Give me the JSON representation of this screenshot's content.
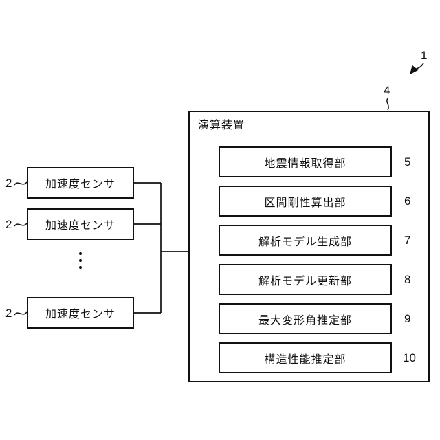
{
  "figure": {
    "system_ref": "1",
    "device": {
      "label": "演算装置",
      "ref": "4",
      "units": [
        {
          "label": "地震情報取得部",
          "ref": "5"
        },
        {
          "label": "区間剛性算出部",
          "ref": "6"
        },
        {
          "label": "解析モデル生成部",
          "ref": "7"
        },
        {
          "label": "解析モデル更新部",
          "ref": "8"
        },
        {
          "label": "最大変形角推定部",
          "ref": "9"
        },
        {
          "label": "構造性能推定部",
          "ref": "10"
        }
      ]
    },
    "sensors": [
      {
        "label": "加速度センサ",
        "ref": "2"
      },
      {
        "label": "加速度センサ",
        "ref": "2"
      },
      {
        "label": "加速度センサ",
        "ref": "2"
      }
    ],
    "icons": {
      "continuation_glyph": "⋮"
    },
    "colors": {
      "line": "#111111",
      "background": "#ffffff"
    }
  }
}
